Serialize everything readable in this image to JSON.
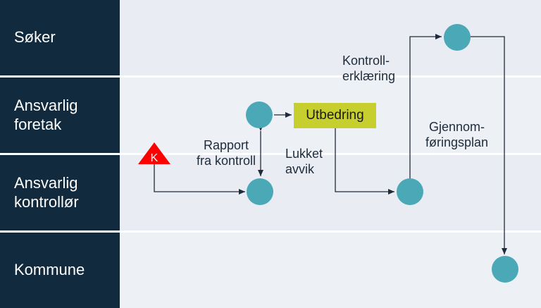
{
  "lanes": [
    {
      "label": "Søker"
    },
    {
      "label": "Ansvarlig\nforetak"
    },
    {
      "label": "Ansvarlig\nkontrollør"
    },
    {
      "label": "Kommune"
    }
  ],
  "nodes": {
    "utbedring": "Utbedring",
    "k_marker": "K"
  },
  "labels": {
    "rapport": "Rapport\nfra kontroll",
    "lukket": "Lukket\navvik",
    "kontroll": "Kontroll-\nerklæring",
    "gjennom": "Gjennom-\nføringsplan"
  },
  "colors": {
    "lane_header": "#112a3d",
    "lane_body": "#e9ecf2",
    "node": "#4aa8b7",
    "box": "#c6cf2e",
    "marker": "#ff0000"
  }
}
